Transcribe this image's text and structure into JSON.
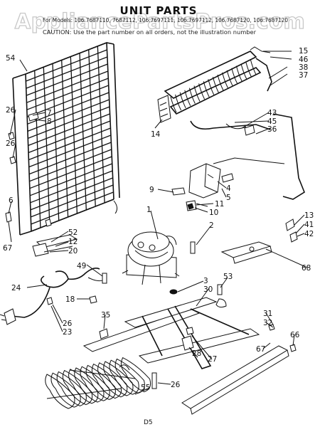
{
  "watermark": "AppliancePartsPros.com",
  "title": "UNIT PARTS",
  "header_line_1": "For Models: 106.7687110, 7687112, 106.7697111, 106.7697112, 106.7687120, 106.7687120",
  "header_line_2": "CAUTION: Use the part number on all orders, not the illustration number",
  "footer_code": "D5",
  "callouts": [
    {
      "id": "c54",
      "label": "54"
    },
    {
      "id": "c7",
      "label": "7"
    },
    {
      "id": "c8",
      "label": "8"
    },
    {
      "id": "c26a",
      "label": "26"
    },
    {
      "id": "c26b",
      "label": "26"
    },
    {
      "id": "c6",
      "label": "6"
    },
    {
      "id": "c67a",
      "label": "67"
    },
    {
      "id": "c15",
      "label": "15"
    },
    {
      "id": "c46",
      "label": "46"
    },
    {
      "id": "c38",
      "label": "38"
    },
    {
      "id": "c37",
      "label": "37"
    },
    {
      "id": "c43",
      "label": "43"
    },
    {
      "id": "c45",
      "label": "45"
    },
    {
      "id": "c36",
      "label": "36"
    },
    {
      "id": "c14",
      "label": "14"
    },
    {
      "id": "c4",
      "label": "4"
    },
    {
      "id": "c5",
      "label": "5"
    },
    {
      "id": "c9",
      "label": "9"
    },
    {
      "id": "c11",
      "label": "11"
    },
    {
      "id": "c10",
      "label": "10"
    },
    {
      "id": "c1",
      "label": "1"
    },
    {
      "id": "c2",
      "label": "2"
    },
    {
      "id": "c52",
      "label": "52"
    },
    {
      "id": "c12",
      "label": "12"
    },
    {
      "id": "c20",
      "label": "20"
    },
    {
      "id": "c13",
      "label": "13"
    },
    {
      "id": "c41",
      "label": "41"
    },
    {
      "id": "c42",
      "label": "42"
    },
    {
      "id": "c68",
      "label": "68"
    },
    {
      "id": "c49",
      "label": "49"
    },
    {
      "id": "c24",
      "label": "24"
    },
    {
      "id": "c18",
      "label": "18"
    },
    {
      "id": "c3",
      "label": "3"
    },
    {
      "id": "c30",
      "label": "30"
    },
    {
      "id": "c53",
      "label": "53"
    },
    {
      "id": "c35",
      "label": "35"
    },
    {
      "id": "c26c",
      "label": "26"
    },
    {
      "id": "c23",
      "label": "23"
    },
    {
      "id": "c31",
      "label": "31"
    },
    {
      "id": "c32",
      "label": "32"
    },
    {
      "id": "c67b",
      "label": "67"
    },
    {
      "id": "c66",
      "label": "66"
    },
    {
      "id": "c28",
      "label": "28"
    },
    {
      "id": "c27",
      "label": "27"
    },
    {
      "id": "c26d",
      "label": "26"
    },
    {
      "id": "c55",
      "label": "55"
    }
  ]
}
